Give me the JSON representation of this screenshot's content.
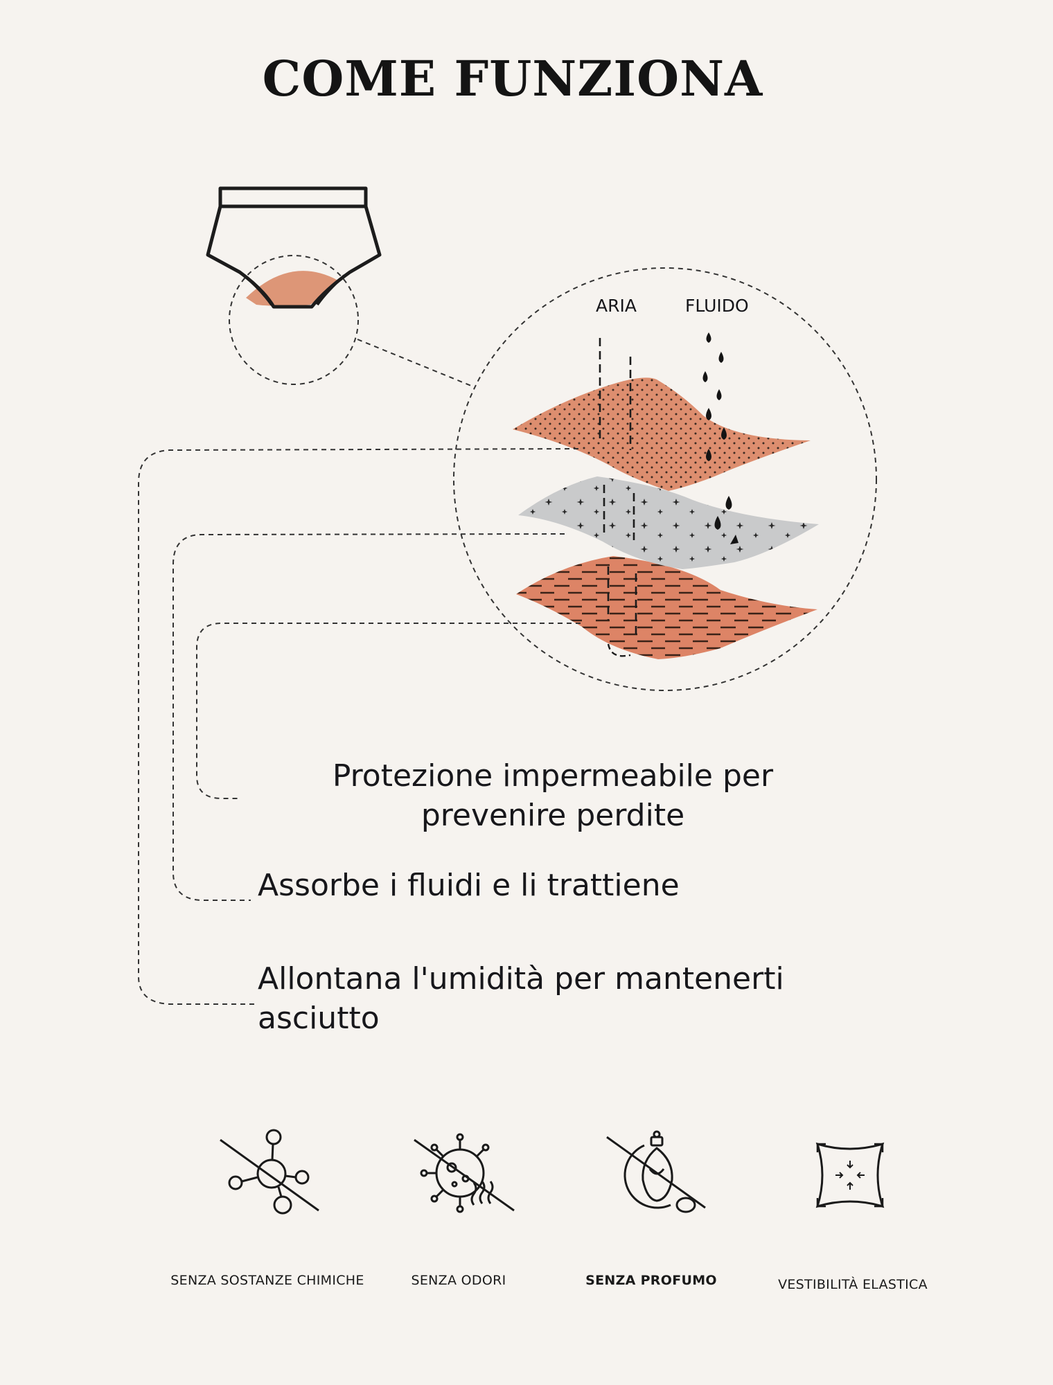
{
  "title": "COME FUNZIONA",
  "diagram": {
    "labels": {
      "air": "ARIA",
      "fluid": "FLUIDO"
    },
    "layer_colors": {
      "top": "#dd8e6f",
      "middle": "#c9cacb",
      "bottom": "#dd8466"
    },
    "crotch_color": "#dd9677"
  },
  "layers": [
    {
      "lines": [
        "Protezione impermeabile per",
        "prevenire perdite"
      ]
    },
    {
      "lines": [
        "Assorbe i fluidi e li trattiene"
      ]
    },
    {
      "lines": [
        "Allontana l'umidità per mantenerti",
        "asciutto"
      ]
    }
  ],
  "features": [
    {
      "label": "SENZA SOSTANZE CHIMICHE",
      "icon": "no-chemicals-icon"
    },
    {
      "label": "SENZA ODORI",
      "icon": "no-odor-icon"
    },
    {
      "label": "SENZA PROFUMO",
      "icon": "no-perfume-icon"
    },
    {
      "label": "VESTIBILITÀ ELASTICA",
      "icon": "elastic-fit-icon"
    }
  ]
}
